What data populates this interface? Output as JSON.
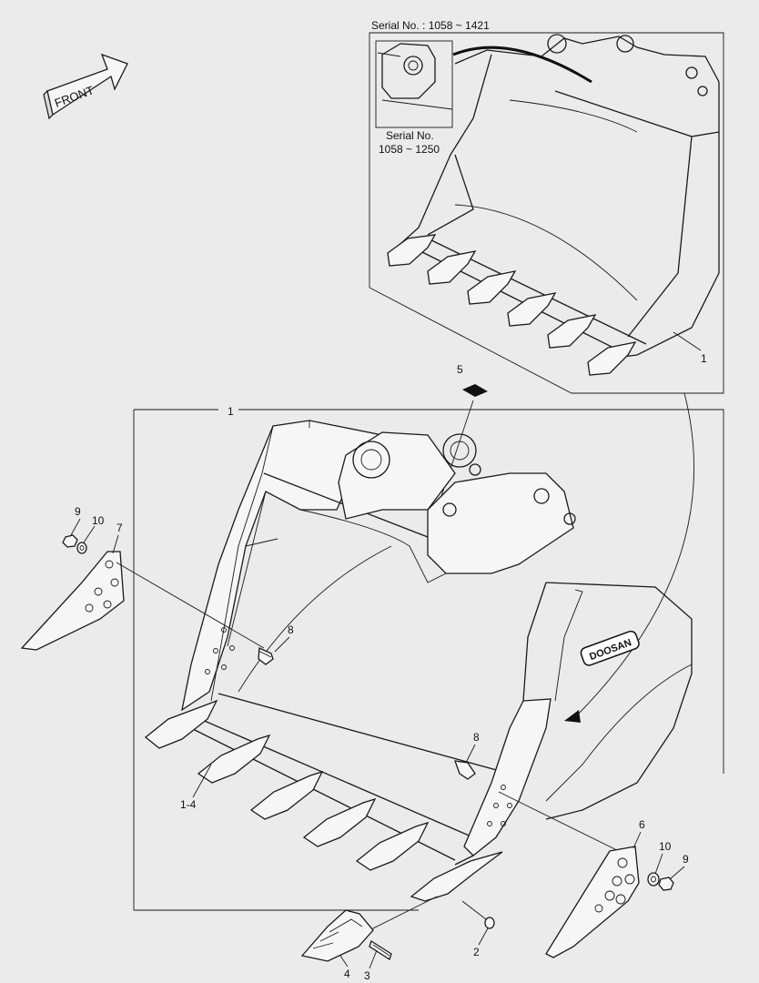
{
  "front_label": "FRONT",
  "inset": {
    "serial_top": "Serial No. : 1058 ~ 1421",
    "sub_serial_line1": "Serial No.",
    "sub_serial_line2": "1058 ~ 1250",
    "callout_1": "1"
  },
  "callouts": {
    "c1_main": "1",
    "c1_4": "1-4",
    "c2": "2",
    "c3": "3",
    "c4": "4",
    "c5": "5",
    "c6": "6",
    "c7": "7",
    "c8_left": "8",
    "c8_right": "8",
    "c9_left": "9",
    "c9_right": "9",
    "c10_left": "10",
    "c10_right": "10"
  },
  "brand_logo": "DOOSAN"
}
